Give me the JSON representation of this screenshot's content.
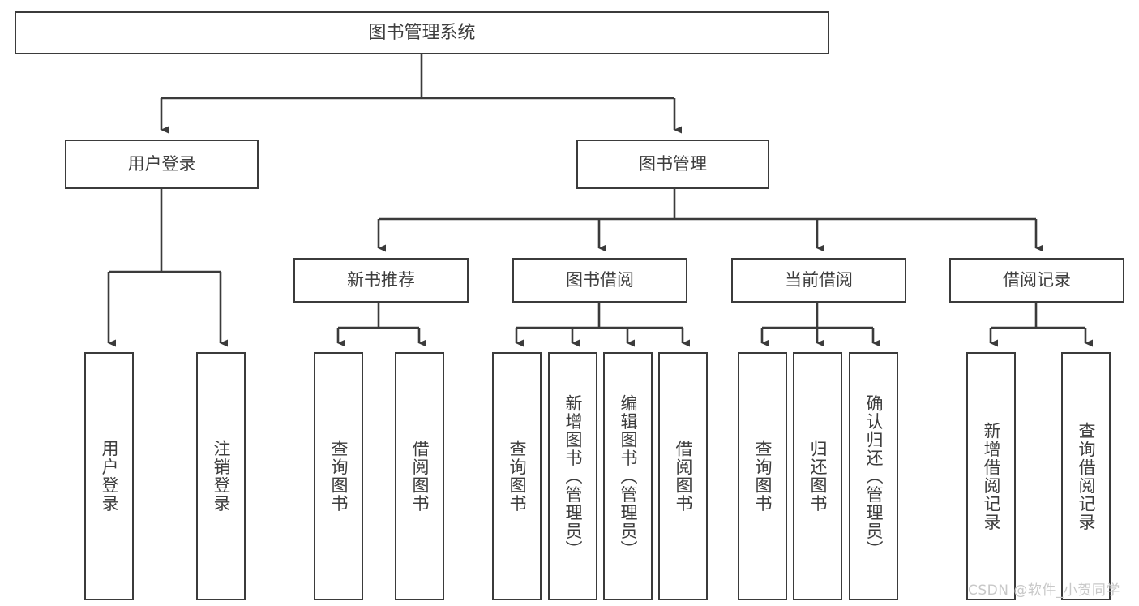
{
  "diagram": {
    "title": "图书管理系统",
    "type": "tree-hierarchy",
    "watermark": "CSDN @软件_小贺同学",
    "root": {
      "label": "图书管理系统"
    },
    "level1": [
      {
        "label": "用户登录"
      },
      {
        "label": "图书管理"
      }
    ],
    "level2": [
      {
        "label": "新书推荐"
      },
      {
        "label": "图书借阅"
      },
      {
        "label": "当前借阅"
      },
      {
        "label": "借阅记录"
      }
    ],
    "leaves": {
      "user_login": [
        {
          "label": "用户登录"
        },
        {
          "label": "注销登录"
        }
      ],
      "new_book_recommend": [
        {
          "label": "查询图书"
        },
        {
          "label": "借阅图书"
        }
      ],
      "book_borrow": [
        {
          "label": "查询图书"
        },
        {
          "label": "新增图书（管理员）"
        },
        {
          "label": "编辑图书（管理员）"
        },
        {
          "label": "借阅图书"
        }
      ],
      "current_borrow": [
        {
          "label": "查询图书"
        },
        {
          "label": "归还图书"
        },
        {
          "label": "确认归还（管理员）"
        }
      ],
      "borrow_record": [
        {
          "label": "新增借阅记录"
        },
        {
          "label": "查询借阅记录"
        }
      ]
    },
    "colors": {
      "stroke": "#3b3b3b",
      "fill": "#ffffff",
      "text": "#3d3d3d",
      "watermark": "#c8c8c8"
    }
  }
}
